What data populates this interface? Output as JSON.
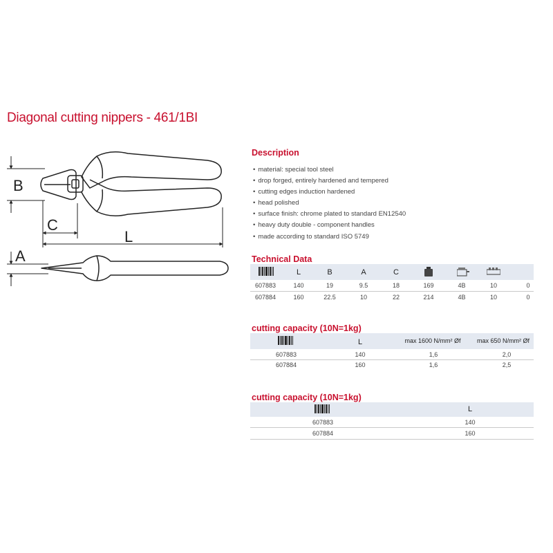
{
  "title": "Diagonal cutting nippers - 461/1BI",
  "drawing": {
    "label_b": "B",
    "label_c": "C",
    "label_l": "L",
    "label_a": "A"
  },
  "description": {
    "heading": "Description",
    "items": [
      "material: special tool steel",
      "drop forged, entirely hardened and tempered",
      "cutting edges induction hardened",
      "head polished",
      "surface finish: chrome plated to standard EN12540",
      "heavy duty double - component handles",
      "made according to standard ISO 5749"
    ]
  },
  "technical_data": {
    "heading": "Technical Data",
    "headers": [
      "L",
      "B",
      "A",
      "C"
    ],
    "rows": [
      [
        "607883",
        "140",
        "19",
        "9.5",
        "18",
        "169",
        "4B",
        "10",
        "0"
      ],
      [
        "607884",
        "160",
        "22.5",
        "10",
        "22",
        "214",
        "4B",
        "10",
        "0"
      ]
    ]
  },
  "cutting_capacity_1": {
    "heading": "cutting capacity (10N=1kg)",
    "headers": [
      "L",
      "max 1600 N/mm² Øf",
      "max 650 N/mm² Øf"
    ],
    "rows": [
      [
        "607883",
        "140",
        "1,6",
        "2,0"
      ],
      [
        "607884",
        "160",
        "1,6",
        "2,5"
      ]
    ]
  },
  "cutting_capacity_2": {
    "heading": "cutting capacity (10N=1kg)",
    "headers": [
      "L"
    ],
    "rows": [
      [
        "607883",
        "140"
      ],
      [
        "607884",
        "160"
      ]
    ]
  }
}
